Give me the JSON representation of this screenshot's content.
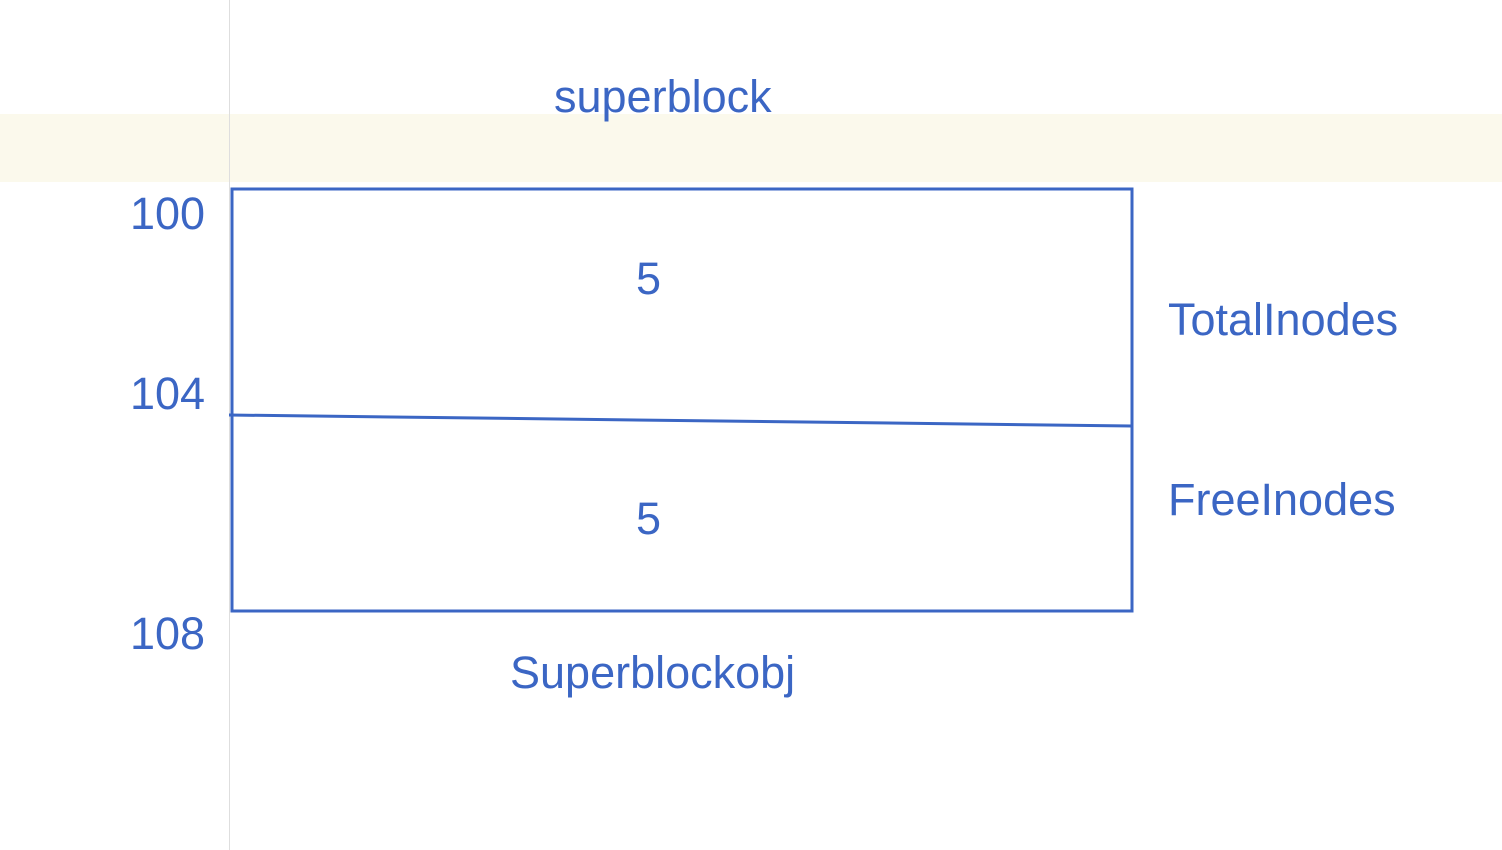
{
  "diagram": {
    "title": "superblock",
    "addresses": [
      "100",
      "104",
      "108"
    ],
    "cells": [
      {
        "value": "5",
        "field": "TotalInodes"
      },
      {
        "value": "5",
        "field": "FreeInodes"
      }
    ],
    "object_label": "Superblockobj",
    "colors": {
      "ink": "#3b66c4",
      "highlight": "#fbf9ec",
      "margin_line": "#dedede"
    }
  }
}
